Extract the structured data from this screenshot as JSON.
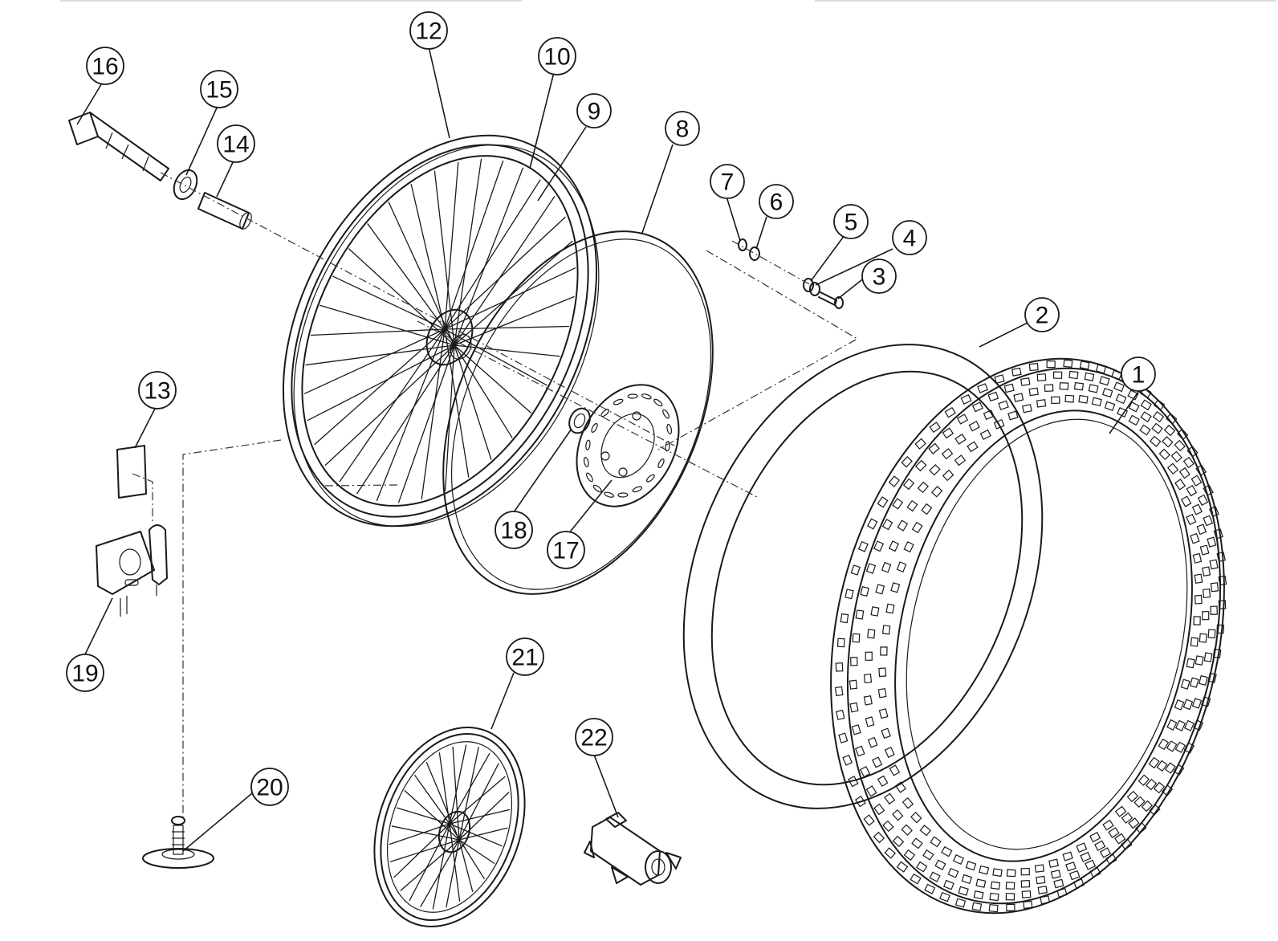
{
  "callouts": [
    {
      "label": "1"
    },
    {
      "label": "2"
    },
    {
      "label": "3"
    },
    {
      "label": "4"
    },
    {
      "label": "5"
    },
    {
      "label": "6"
    },
    {
      "label": "7"
    },
    {
      "label": "8"
    },
    {
      "label": "9"
    },
    {
      "label": "10"
    },
    {
      "label": "12"
    },
    {
      "label": "13"
    },
    {
      "label": "14"
    },
    {
      "label": "15"
    },
    {
      "label": "16"
    },
    {
      "label": "17"
    },
    {
      "label": "18"
    },
    {
      "label": "19"
    },
    {
      "label": "20"
    },
    {
      "label": "21"
    },
    {
      "label": "22"
    }
  ]
}
